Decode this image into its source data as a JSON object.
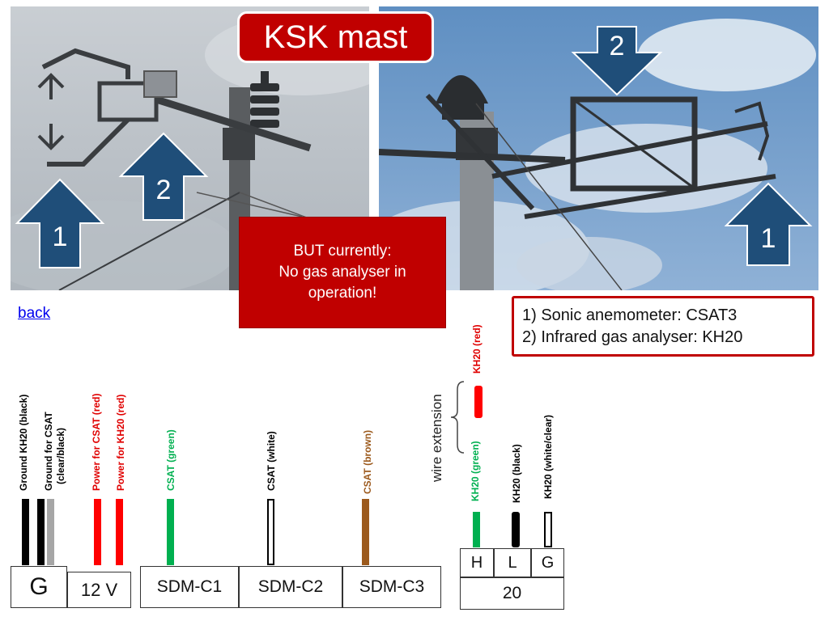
{
  "title": "KSK mast",
  "notice": {
    "line1": "BUT currently:",
    "line2": "No gas analyser in",
    "line3": "operation!"
  },
  "legend": {
    "item1": "1) Sonic anemometer: CSAT3",
    "item2": "2) Infrared gas analyser: KH20"
  },
  "back_link": "back",
  "arrows": {
    "left_1": "1",
    "left_2": "2",
    "right_1": "1",
    "right_2": "2"
  },
  "wire_labels": {
    "ground_kh20": "Ground KH20 (black)",
    "ground_csat_l1": "Ground for CSAT",
    "ground_csat_l2": "(clear/black)",
    "power_csat": "Power for CSAT  (red)",
    "power_kh20": "Power for KH20  (red)",
    "csat_green": "CSAT (green)",
    "csat_white": "CSAT (white)",
    "csat_brown": "CSAT (brown)",
    "kh20_red": "KH20 (red)",
    "kh20_green": "KH20 (green)",
    "kh20_black": "KH20 (black)",
    "kh20_white": "KH20 (white/clear)",
    "wire_extension": "wire extension"
  },
  "terminals": {
    "g": "G",
    "v12": "12 V",
    "sdm_c1": "SDM-C1",
    "sdm_c2": "SDM-C2",
    "sdm_c3": "SDM-C3",
    "h": "H",
    "l": "L",
    "g2": "G",
    "num20": "20"
  },
  "colors": {
    "accent_red": "#c00000",
    "arrow_blue": "#1f4e79",
    "wire_black": "#000000",
    "wire_gray": "#a6a6a6",
    "wire_red": "#ff0000",
    "wire_green": "#00b050",
    "wire_brown": "#9c5a1d",
    "label_green": "#00b050",
    "label_red": "#e00000",
    "label_brown": "#9c5a1d"
  }
}
